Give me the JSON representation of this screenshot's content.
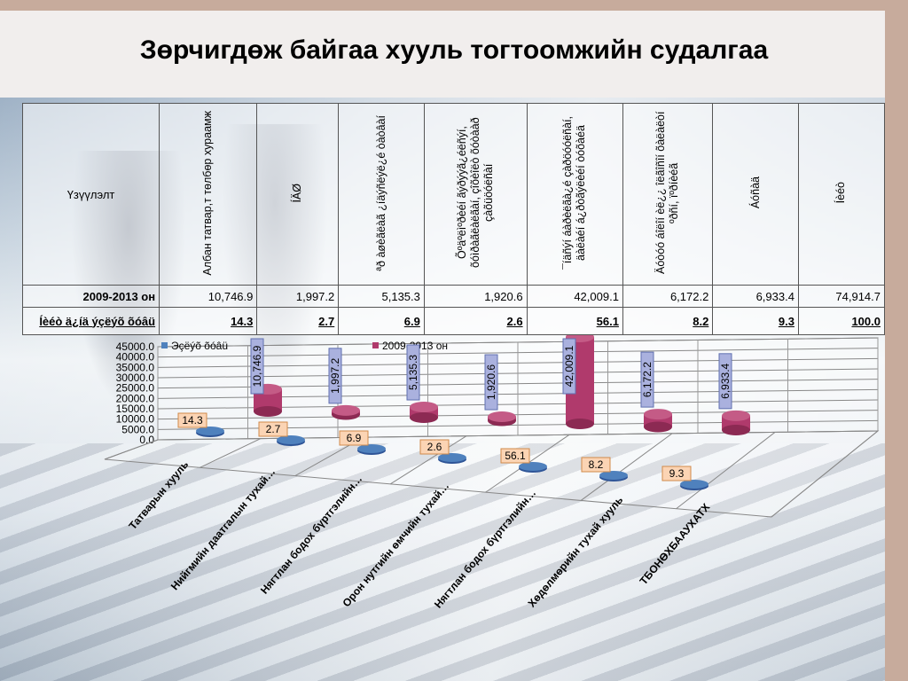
{
  "title": "Зөрчигдөж байгаа хууль тогтоомжийн судалгаа",
  "table": {
    "corner_header": "Үзүүлэлт",
    "columns": [
      "Албан татвар,т төлбөр хураамж",
      "ÍÄØ",
      "ªð àøèãëàã ¿íäýñëýë¿é òàòâàí",
      "Õºäºëìºðèéí ãýðýýã¿éëñýí, õóìðàãëàëãàí, çîõèîëò õóòààð çàõüöóëñàí",
      "¯íäñýí áàðèëãà¿é çàðöóóëñàí, äàëàéí á¿ðòãýëèéí òóõàéä",
      "Äóòóó áîëîí èë¿¿ îëãîñîí õàëàëòí ºðñí, ïºðíèéã",
      "Áóñàä",
      "Íèéò"
    ],
    "row1": {
      "label": "2009-2013 он",
      "values": [
        "10,746.9",
        "1,997.2",
        "5,135.3",
        "1,920.6",
        "42,009.1",
        "6,172.2",
        "6,933.4",
        "74,914.7"
      ]
    },
    "row2": {
      "label": "Íèéò ä¿íä ýçëýõ õóâü",
      "values": [
        "14.3",
        "2.7",
        "6.9",
        "2.6",
        "56.1",
        "8.2",
        "9.3",
        "100.0"
      ]
    }
  },
  "chart_data": {
    "type": "bar",
    "y_ticks": [
      "0.0",
      "5000.0",
      "10000.0",
      "15000.0",
      "20000.0",
      "25000.0",
      "30000.0",
      "35000.0",
      "40000.0",
      "45000.0"
    ],
    "ylim": [
      0,
      45000
    ],
    "categories": [
      "Татварын хууль",
      "Нийгмийн даатгалын тухай…",
      "Нягтлан бодох бүртгэлийн…",
      "Орон нутгийн өмчийн тухай…",
      "Нягтлан бодох бүртгэлийн…",
      "Хөдөлмөрийн тухай хууль",
      "ТБОНӨХБААУХАТХ"
    ],
    "series": [
      {
        "name": "Эçëýõ õóâü",
        "color": "#4f81bd",
        "values": [
          14.3,
          2.7,
          6.9,
          2.6,
          56.1,
          8.2,
          9.3
        ],
        "labels": [
          "14.3",
          "2.7",
          "6.9",
          "2.6",
          "56.1",
          "8.2",
          "9.3"
        ]
      },
      {
        "name": "2009-2013 он",
        "color": "#b03a6c",
        "values": [
          10746.9,
          1997.2,
          5135.3,
          1920.6,
          42009.1,
          6172.2,
          6933.4
        ],
        "labels": [
          "10,746.9",
          "1,997.2",
          "5,135.3",
          "1,920.6",
          "42,009.1",
          "6,172.2",
          "6,933.4"
        ]
      }
    ],
    "legend_position": "top",
    "grid": true
  }
}
